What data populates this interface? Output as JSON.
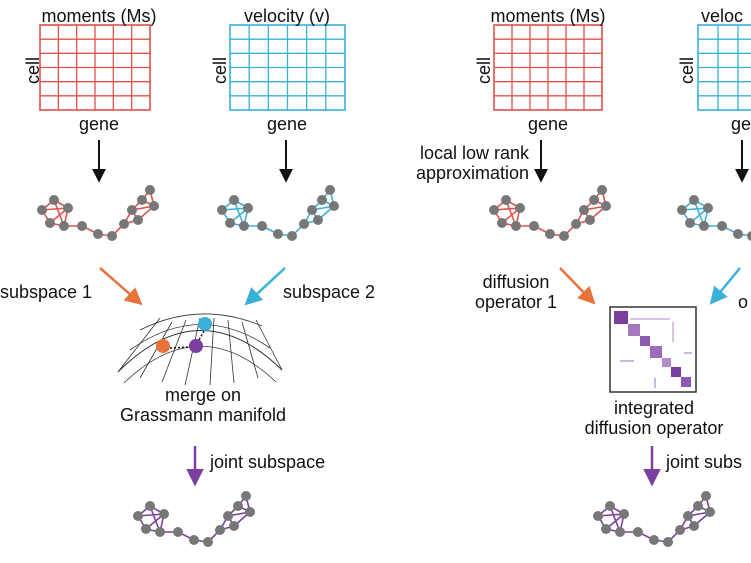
{
  "colors": {
    "moments": "#e0524a",
    "velocity": "#3ab0d8",
    "subspace1_arrow": "#e8733a",
    "subspace2_arrow": "#3ab0d8",
    "joint": "#7b3fa0",
    "node": "#777777",
    "black": "#111111"
  },
  "left_panel": {
    "moments_title": "moments (Ms)",
    "velocity_title": "velocity (v)",
    "cell_label_1": "cell",
    "cell_label_2": "cell",
    "gene_label_1": "gene",
    "gene_label_2": "gene",
    "subspace1": "subspace 1",
    "subspace2": "subspace 2",
    "merge": "merge on\nGrassmann manifold",
    "joint": "joint subspace"
  },
  "right_panel": {
    "moments_title": "moments (Ms)",
    "velocity_title": "veloc",
    "cell_label_1": "cell",
    "cell_label_2": "cell",
    "gene_label_1": "gene",
    "gene_label_2": "ge",
    "local": "local low rank\napproximation",
    "diffusion1": "diffusion\noperator 1",
    "diffusion2_partial": "o",
    "integrated": "integrated\ndiffusion operator",
    "joint": "joint subs"
  }
}
